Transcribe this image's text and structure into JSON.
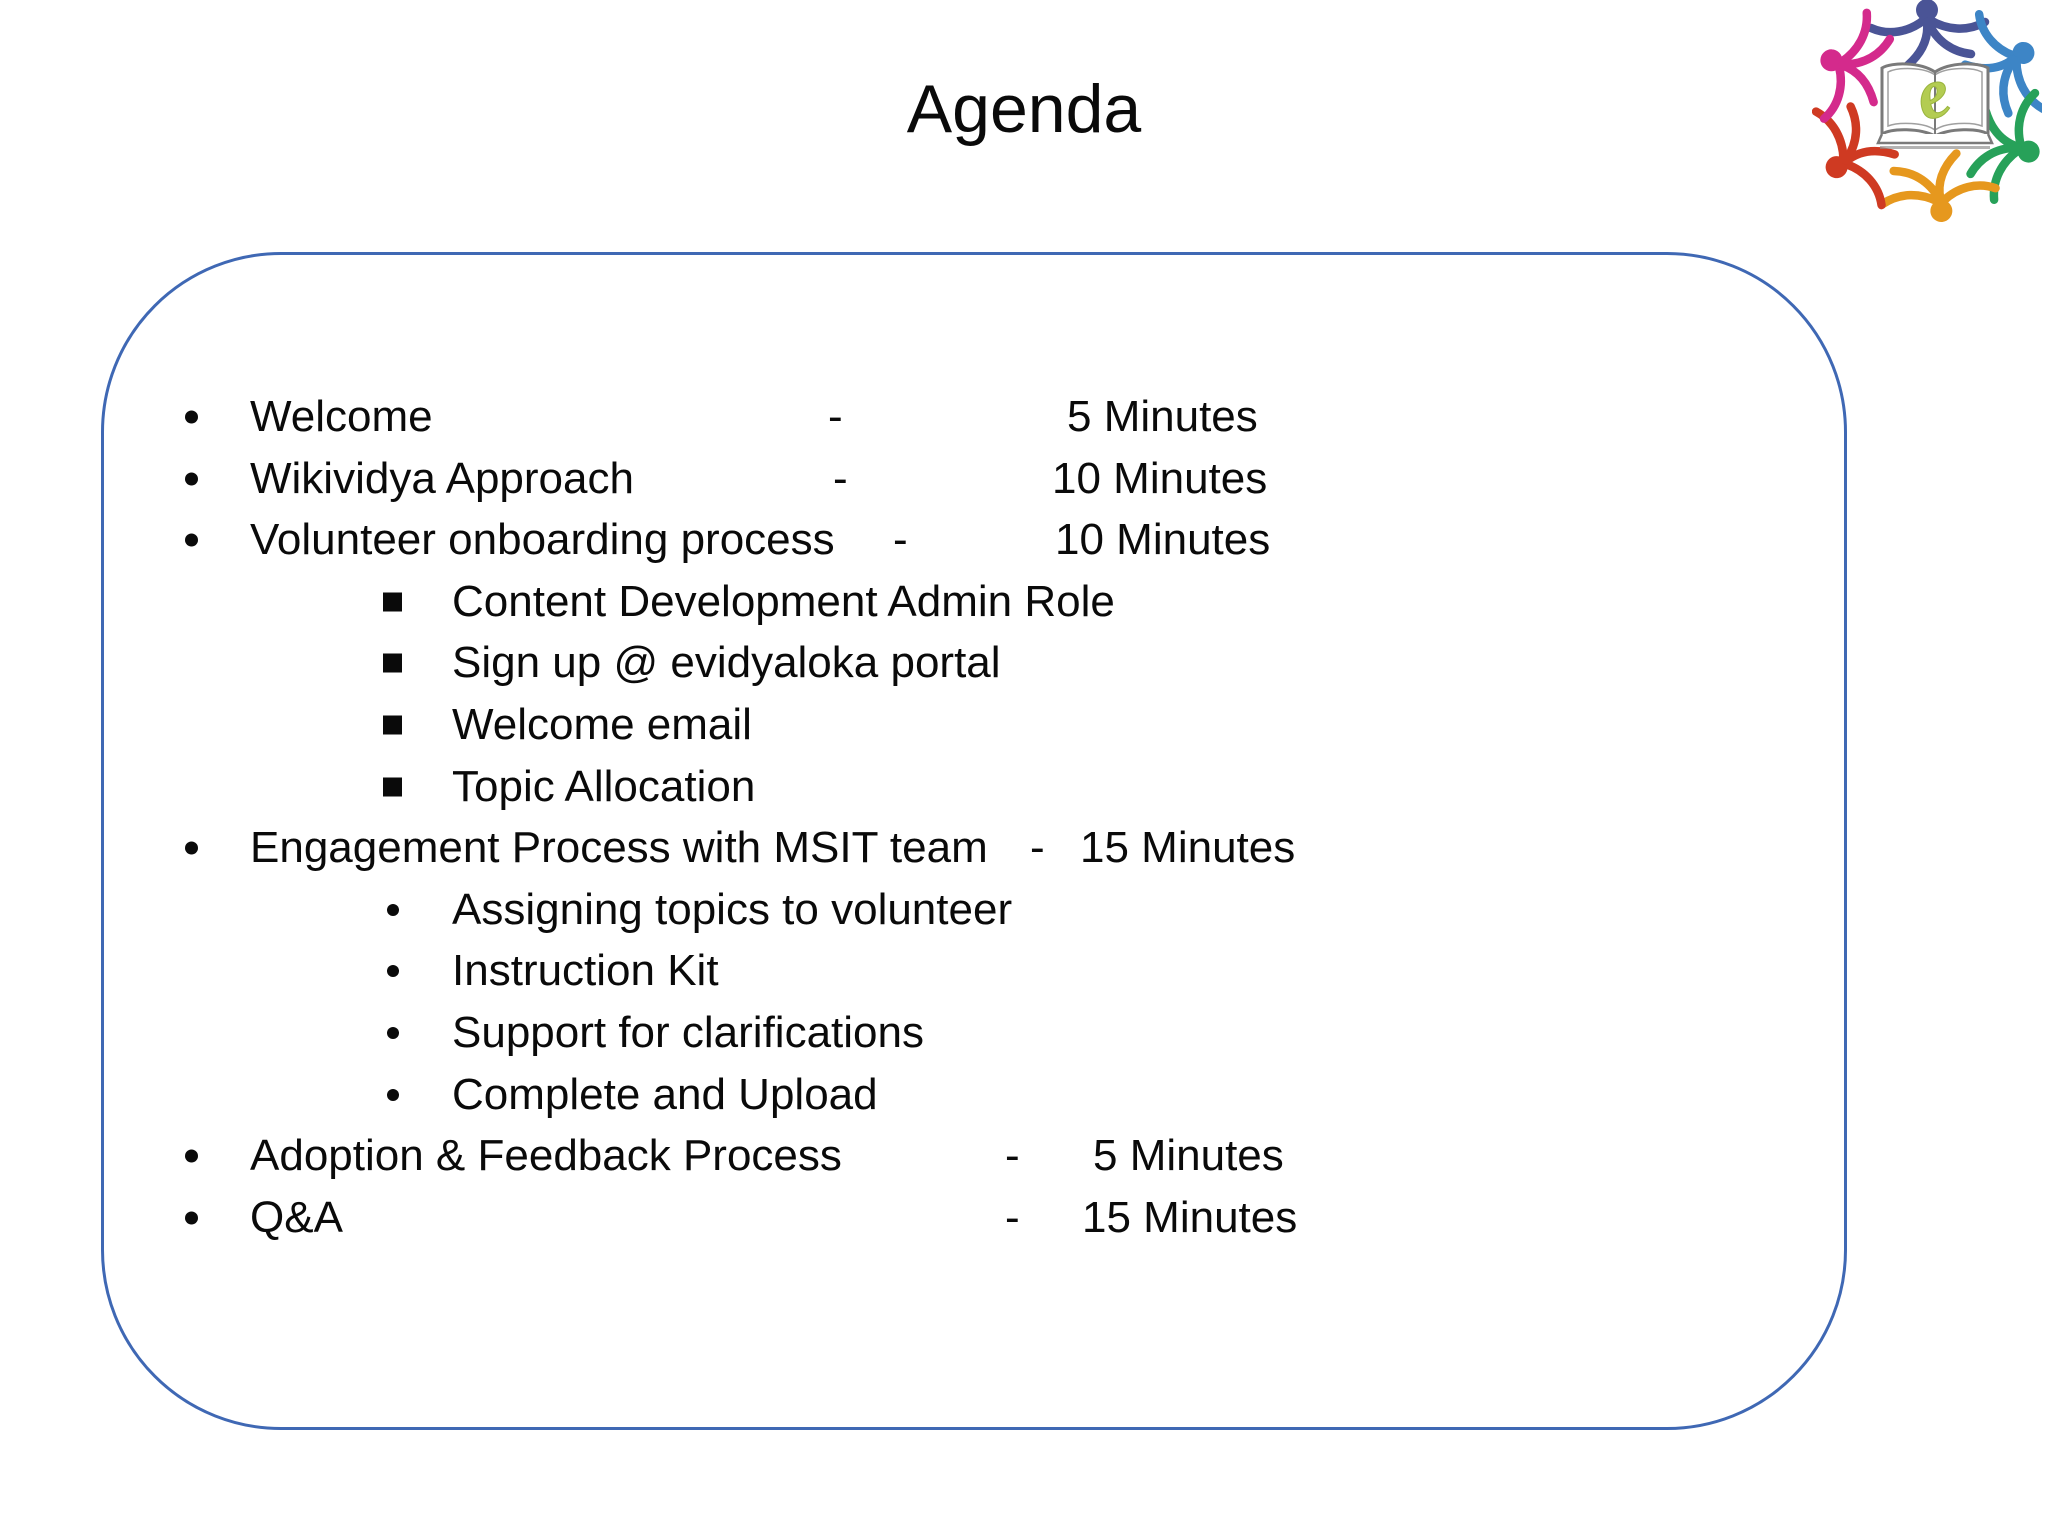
{
  "slide": {
    "title": "Agenda",
    "colors": {
      "background": "#ffffff",
      "box_border": "#3f68b4",
      "text": "#0a0a0a",
      "logo_letter_green": "#b3cc52",
      "logo_figures": [
        "#4a5496",
        "#3d85c6",
        "#27a159",
        "#e6981e",
        "#cf3a22",
        "#d42a8c"
      ]
    },
    "logo": {
      "name": "evidyaloka-logo",
      "book_letter": "e"
    },
    "icons": {
      "main_bullet": "filled-circle",
      "sub_bullet_level1": "filled-square",
      "sub_bullet_level2": "filled-circle"
    },
    "agenda": {
      "items": [
        {
          "level": "main",
          "label": "Welcome",
          "dash": "-",
          "time": "5 Minutes"
        },
        {
          "level": "main",
          "label": "Wikividya Approach",
          "dash": "-",
          "time": "10 Minutes"
        },
        {
          "level": "main",
          "label": "Volunteer onboarding process",
          "dash": "-",
          "time": "10 Minutes"
        },
        {
          "level": "sub-square",
          "label": "Content Development Admin Role"
        },
        {
          "level": "sub-square",
          "label": "Sign up @ evidyaloka portal"
        },
        {
          "level": "sub-square",
          "label": "Welcome email"
        },
        {
          "level": "sub-square",
          "label": "Topic Allocation"
        },
        {
          "level": "main",
          "label": "Engagement Process with MSIT team",
          "dash": "-",
          "time": "15 Minutes"
        },
        {
          "level": "sub-round",
          "label": "Assigning topics to volunteer"
        },
        {
          "level": "sub-round",
          "label": "Instruction Kit"
        },
        {
          "level": "sub-round",
          "label": "Support for clarifications"
        },
        {
          "level": "sub-round",
          "label": "Complete and Upload"
        },
        {
          "level": "main",
          "label": "Adoption & Feedback Process",
          "dash": "-",
          "time": "5 Minutes"
        },
        {
          "level": "main",
          "label": "Q&A",
          "dash": "-",
          "time": "15 Minutes"
        }
      ]
    }
  }
}
